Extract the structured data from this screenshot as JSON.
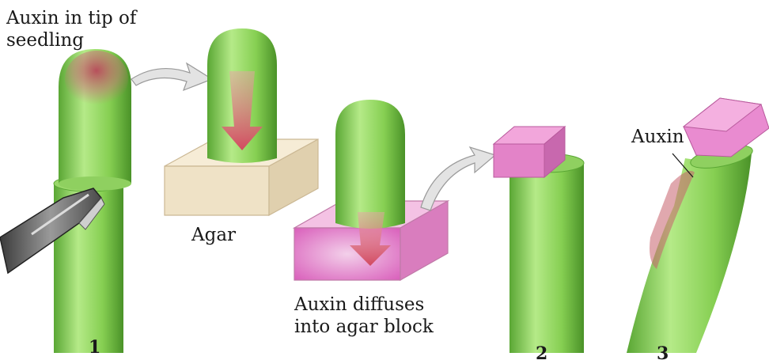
{
  "labels": {
    "auxin_tip": [
      "Auxin in tip of",
      "seedling"
    ],
    "agar": "Agar",
    "auxin_diffuses": [
      "Auxin diffuses",
      "into agar block"
    ],
    "auxin": "Auxin"
  },
  "steps": [
    "1",
    "2",
    "3"
  ],
  "colors": {
    "stem_light": "#a8e07a",
    "stem_mid": "#7cc84a",
    "stem_dark": "#4e9a2a",
    "agar_plain": "#efe3c8",
    "agar_auxin": "#e58fd0",
    "auxin_red": "#c9475f",
    "arrow_gray": "#d8d8d8"
  },
  "icons": [
    "razor-blade-icon",
    "curved-arrow-icon",
    "down-arrow-icon"
  ]
}
